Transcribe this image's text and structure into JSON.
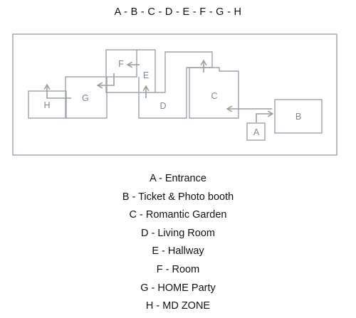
{
  "sequence": "A - B - C - D - E - F - G - H",
  "colors": {
    "wall": "#9ba3ad",
    "arrow": "#9a9e97",
    "label": "#7c8896",
    "text": "#111111"
  },
  "rooms": {
    "A": {
      "code": "A",
      "name": "Entrance"
    },
    "B": {
      "code": "B",
      "name": "Ticket & Photo booth"
    },
    "C": {
      "code": "C",
      "name": "Romantic Garden"
    },
    "D": {
      "code": "D",
      "name": "Living Room"
    },
    "E": {
      "code": "E",
      "name": "Hallway"
    },
    "F": {
      "code": "F",
      "name": "Room"
    },
    "G": {
      "code": "G",
      "name": "HOME Party"
    },
    "H": {
      "code": "H",
      "name": "MD ZONE"
    }
  },
  "legend": [
    "A - Entrance",
    "B - Ticket & Photo booth",
    "C - Romantic Garden",
    "D - Living Room",
    "E - Hallway",
    "F - Room",
    "G - HOME Party",
    "H - MD ZONE"
  ]
}
